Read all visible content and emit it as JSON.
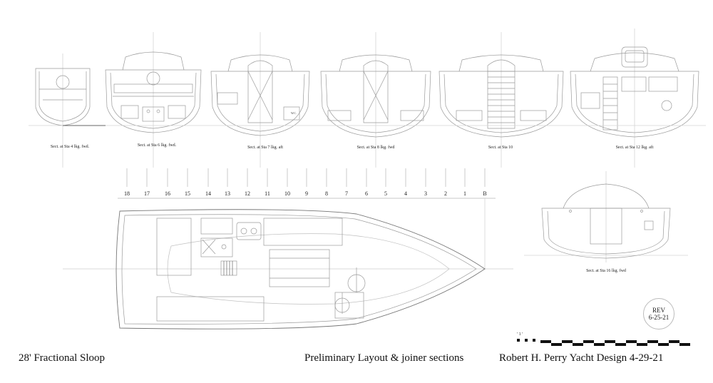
{
  "sections": [
    {
      "id": "s4",
      "label": "Sect. at Sta 4 lkg. fwd."
    },
    {
      "id": "s6",
      "label": "Sect. at Sta 6 lkg. fwd."
    },
    {
      "id": "s7",
      "label": "Sect. at Sta 7 lkg. aft"
    },
    {
      "id": "s8",
      "label": "Sect. at Sta 8 lkg. fwd"
    },
    {
      "id": "s10",
      "label": "Sect. at Sta 10"
    },
    {
      "id": "s12",
      "label": "Sect. at Sta 12 lkg. aft"
    },
    {
      "id": "s16",
      "label": "Sect. at Sta 16 lkg. fwd"
    }
  ],
  "stations": [
    "18",
    "17",
    "16",
    "15",
    "14",
    "13",
    "12",
    "11",
    "10",
    "9",
    "8",
    "7",
    "6",
    "5",
    "4",
    "3",
    "2",
    "1",
    "B"
  ],
  "wc_label": "W.C.",
  "rev": {
    "label": "REV",
    "date": "6-25-21"
  },
  "scale_label": "' 1 '",
  "titles": {
    "boat": "28' Fractional Sloop",
    "drawing": "Preliminary Layout & joiner sections",
    "designer": "Robert H. Perry Yacht Design 4-29-21"
  }
}
